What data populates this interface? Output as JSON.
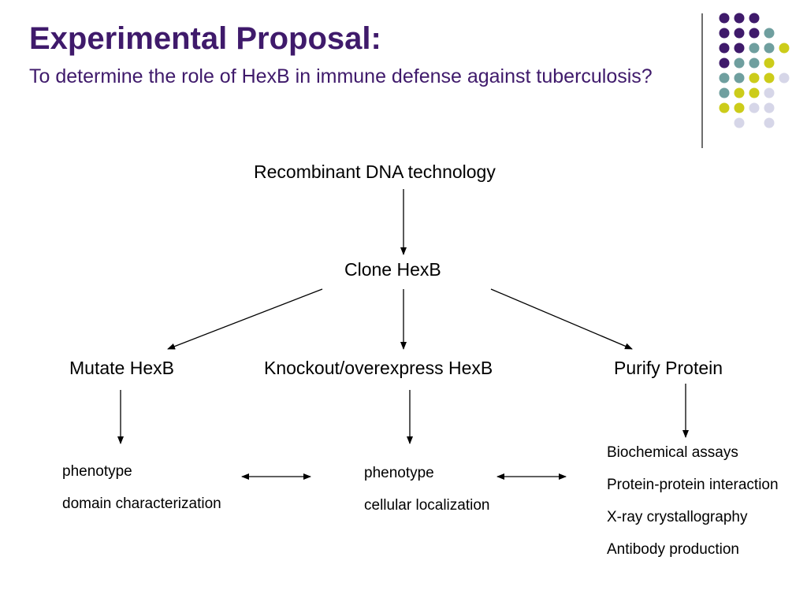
{
  "header": {
    "title": "Experimental Proposal:",
    "subtitle": "To determine the role of HexB in immune defense against tuberculosis?"
  },
  "colors": {
    "purple": "#3f1a6b",
    "teal": "#6f9f9f",
    "olive": "#cccc1a",
    "lavender": "#d6d6e8"
  },
  "decor": {
    "dot_grid": [
      [
        "purple",
        "purple",
        "purple",
        null
      ],
      [
        "purple",
        "purple",
        "purple",
        "teal"
      ],
      [
        "purple",
        "purple",
        "teal",
        "teal",
        "olive"
      ],
      [
        "purple",
        "teal",
        "teal",
        "olive",
        null
      ],
      [
        "teal",
        "teal",
        "olive",
        "olive",
        "lavender"
      ],
      [
        "teal",
        "olive",
        "olive",
        "lavender",
        null
      ],
      [
        "olive",
        "olive",
        "lavender",
        "lavender",
        null
      ],
      [
        null,
        "lavender",
        null,
        "lavender",
        null
      ]
    ]
  },
  "diagram": {
    "root": "Recombinant DNA technology",
    "clone": "Clone HexB",
    "branches": {
      "mutate": "Mutate HexB",
      "knockout": "Knockout/overexpress HexB",
      "purify": "Purify Protein"
    },
    "outcomes": {
      "mutate": [
        "phenotype",
        "domain characterization"
      ],
      "knockout": [
        "phenotype",
        "cellular localization"
      ],
      "purify": [
        "Biochemical assays",
        "Protein-protein interaction",
        "X-ray crystallography",
        "Antibody production"
      ]
    }
  }
}
